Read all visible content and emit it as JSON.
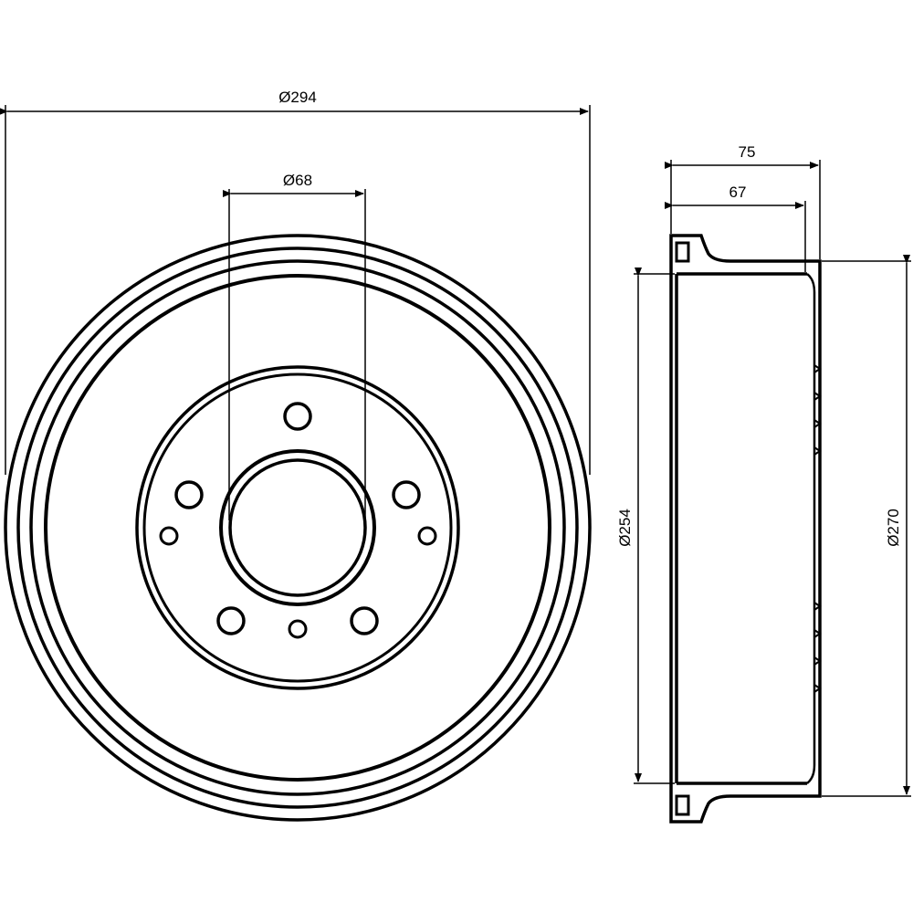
{
  "front_view": {
    "outer_diameter_label": "Ø294",
    "center_bore_label": "Ø68",
    "stud_holes": 5,
    "pin_holes": 3
  },
  "side_view": {
    "overall_width_label": "75",
    "inner_width_label": "67",
    "braking_diameter_label": "Ø254",
    "outer_drum_diameter_label": "Ø270"
  },
  "colors": {
    "line": "#000000",
    "background": "#ffffff"
  }
}
